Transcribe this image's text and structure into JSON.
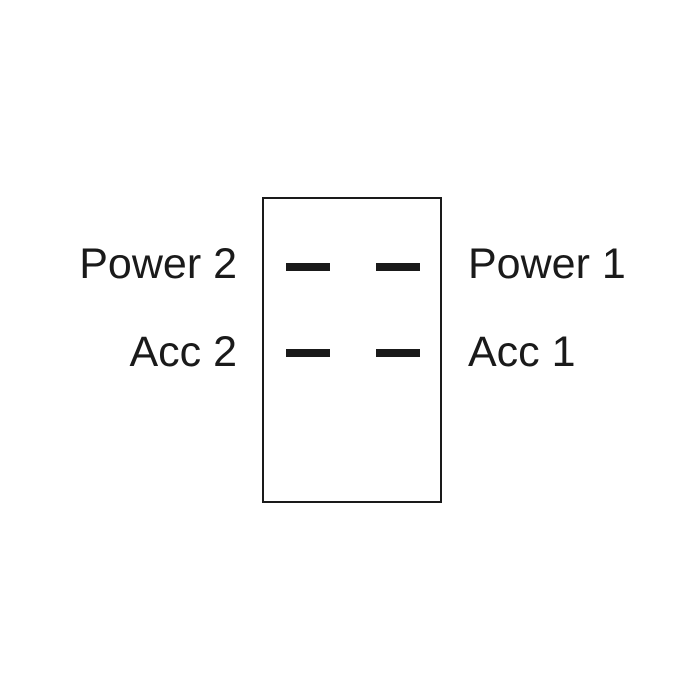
{
  "labels": {
    "power_2": "Power 2",
    "power_1": "Power 1",
    "acc_2": "Acc 2",
    "acc_1": "Acc 1"
  },
  "colors": {
    "line": "#1a1a1a",
    "background": "#ffffff"
  }
}
